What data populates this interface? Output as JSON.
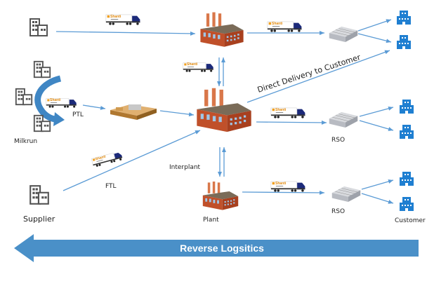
{
  "labels": {
    "milkrun": "Milkrun",
    "ptl": "PTL",
    "ftl": "FTL",
    "supplier": "Supplier",
    "interplant": "Interplant",
    "plant": "Plant",
    "rso_1": "RSO",
    "rso_2": "RSO",
    "customer": "Customer",
    "direct_delivery": "Direct Delivery to Customer",
    "reverse_logistics": "Reverse Logsitics"
  },
  "truck_logo_text": "Shanti",
  "colors": {
    "arrow": "#5b9bd5",
    "reverse_arrow": "#4a90c8",
    "customer_icon": "#1f7fd1",
    "building_icon": "#555555",
    "factory_wall": "#c0502a",
    "truck_cab": "#1c2a7a"
  }
}
